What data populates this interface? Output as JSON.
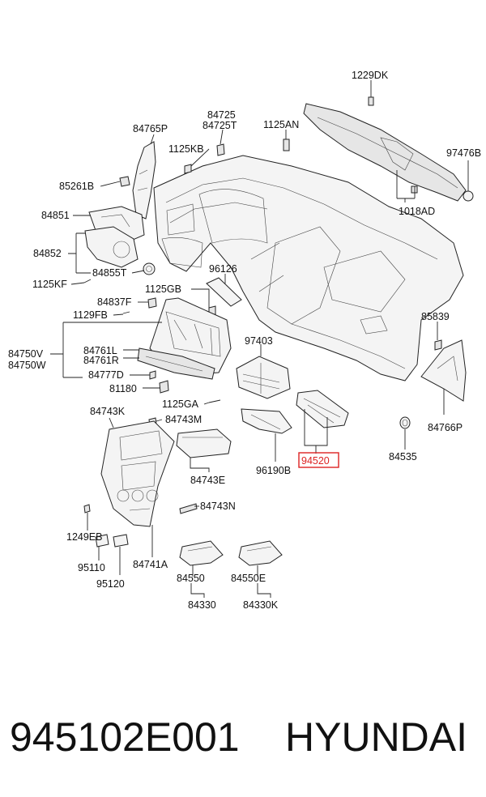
{
  "labels": {
    "l1229dk": "1229DK",
    "l84725": "84725",
    "l84725t": "84725T",
    "l1125an": "1125AN",
    "l84765p": "84765P",
    "l1125kb": "1125KB",
    "l97476b": "97476B",
    "l85261b": "85261B",
    "l1018ad": "1018AD",
    "l84851": "84851",
    "l84852": "84852",
    "l84855t": "84855T",
    "l1125kf": "1125KF",
    "l96126": "96126",
    "l1125gb": "1125GB",
    "l84837f": "84837F",
    "l1129fb": "1129FB",
    "l85839": "85839",
    "l97403": "97403",
    "l84750v": "84750V",
    "l84750w": "84750W",
    "l84761l": "84761L",
    "l84761r": "84761R",
    "l84777d": "84777D",
    "l81180": "81180",
    "l84766p": "84766P",
    "l1125ga": "1125GA",
    "l84743k": "84743K",
    "l84743m": "84743M",
    "l94520": "94520",
    "l84535": "84535",
    "l84743e": "84743E",
    "l96190b": "96190B",
    "l84743n": "84743N",
    "l1249eb": "1249EB",
    "l95110": "95110",
    "l95120": "95120",
    "l84741a": "84741A",
    "l84550": "84550",
    "l84550e": "84550E",
    "l84330": "84330",
    "l84330k": "84330K"
  },
  "highlight": "94520",
  "footer": {
    "part_number": "945102E001",
    "brand": "HYUNDAI"
  },
  "colors": {
    "highlight": "#d22222",
    "line": "#222222"
  }
}
